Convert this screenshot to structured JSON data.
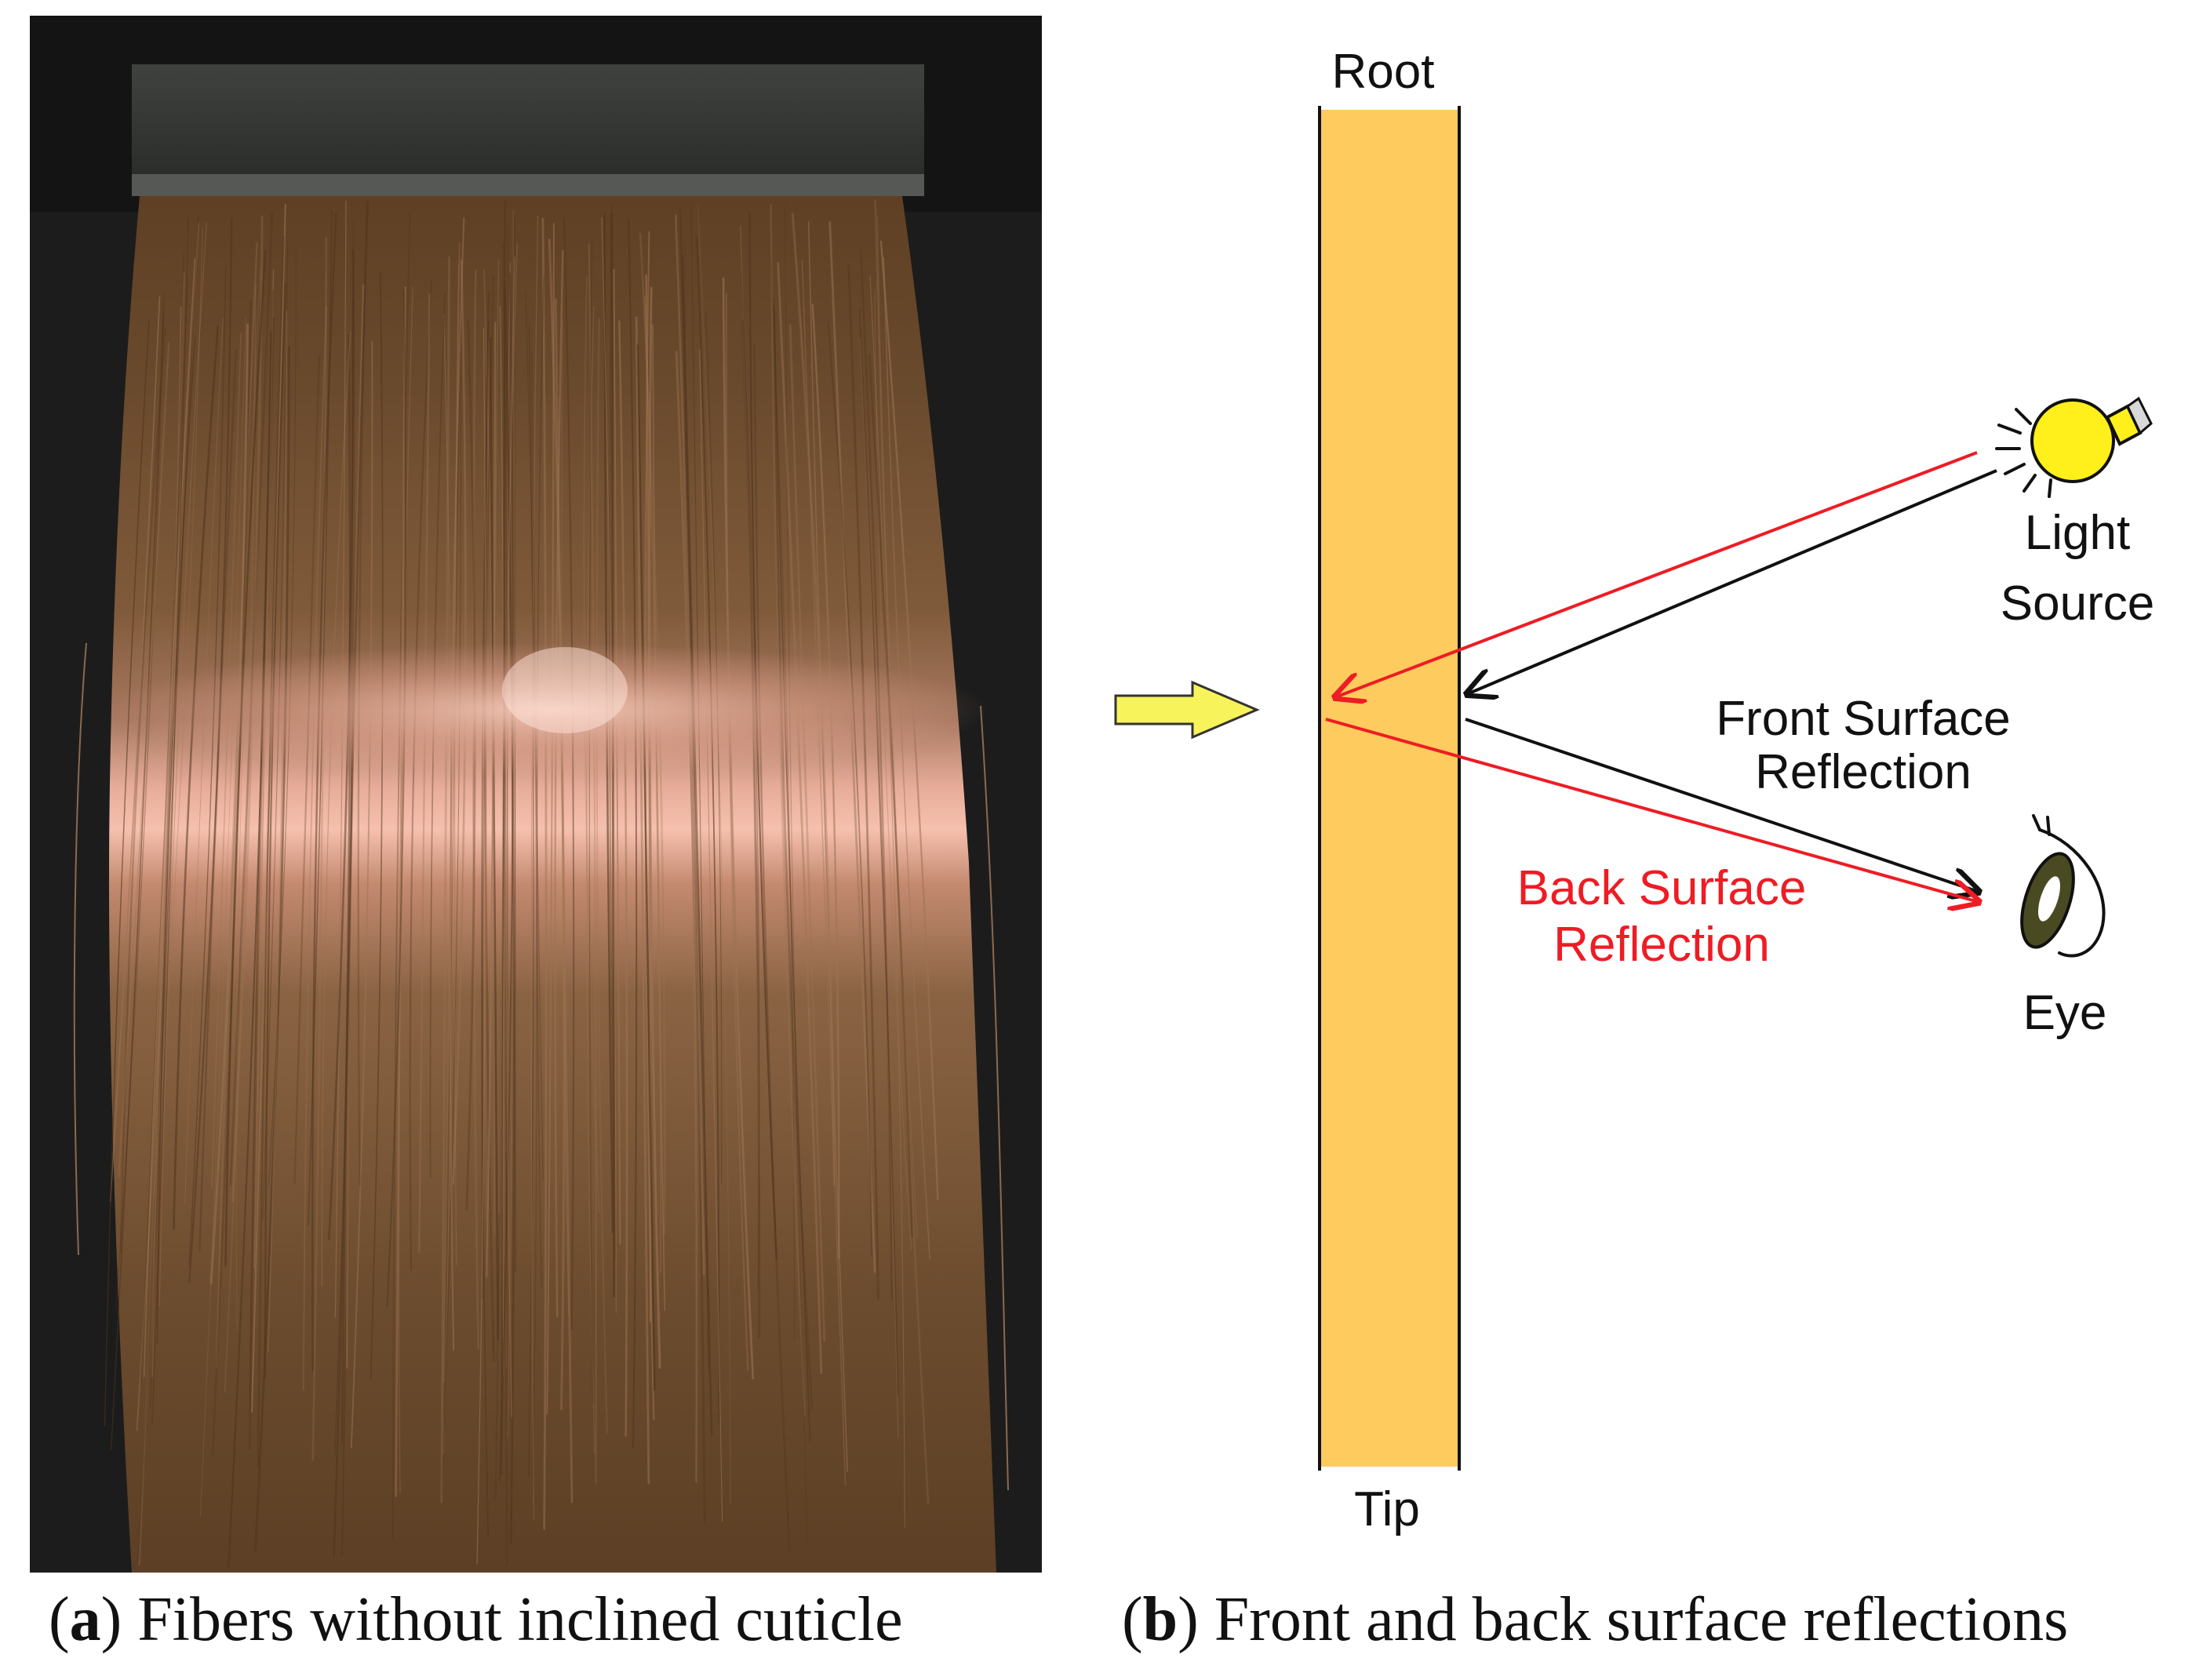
{
  "panel_b": {
    "root_label": "Root",
    "tip_label": "Tip",
    "light_label_line1": "Light",
    "light_label_line2": "Source",
    "front_label_line1": "Front Surface",
    "front_label_line2": "Reflection",
    "back_label_line1": "Back Surface",
    "back_label_line2": "Reflection",
    "eye_label": "Eye"
  },
  "captions": {
    "a_open": "(",
    "a_letter": "a",
    "a_text": ") Fibers without inclined cuticle",
    "b_open": "(",
    "b_letter": "b",
    "b_text": ") Front and back surface reflections"
  },
  "colors": {
    "fiber_fill": "#fdcb5e",
    "back_reflection": "#ee1c24",
    "front_reflection": "#111111",
    "pointer_arrow": "#f7f35a",
    "bulb": "#ffef1a",
    "hair_brown": "#6d4a2c",
    "highlight": "#f2b6a4",
    "background_dark": "#141414"
  }
}
